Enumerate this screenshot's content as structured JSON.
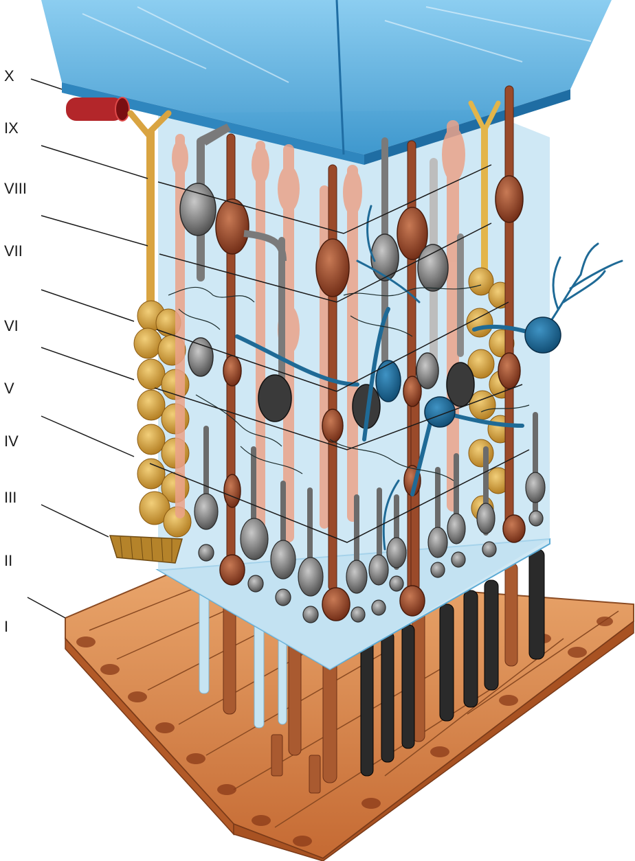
{
  "figure": {
    "layer_labels": [
      "X",
      "IX",
      "VIII",
      "VII",
      "VI",
      "V",
      "IV",
      "III",
      "II",
      "I"
    ]
  },
  "colors": {
    "vitreous": "#5fb4e3",
    "layer_fill": "#bfe0f2",
    "rod": "#9a4a2a",
    "cone": "#3c3c3c",
    "bipolar_rod": "#8a3a22",
    "bipolar_cone": "#6b6b6b",
    "muller_cell": "#d9a441",
    "amacrine": "#1f6a96",
    "pigment_epithelium": "#d9894e",
    "blood_vessel": "#b3262a",
    "ganglion": "#7a7a7a"
  }
}
